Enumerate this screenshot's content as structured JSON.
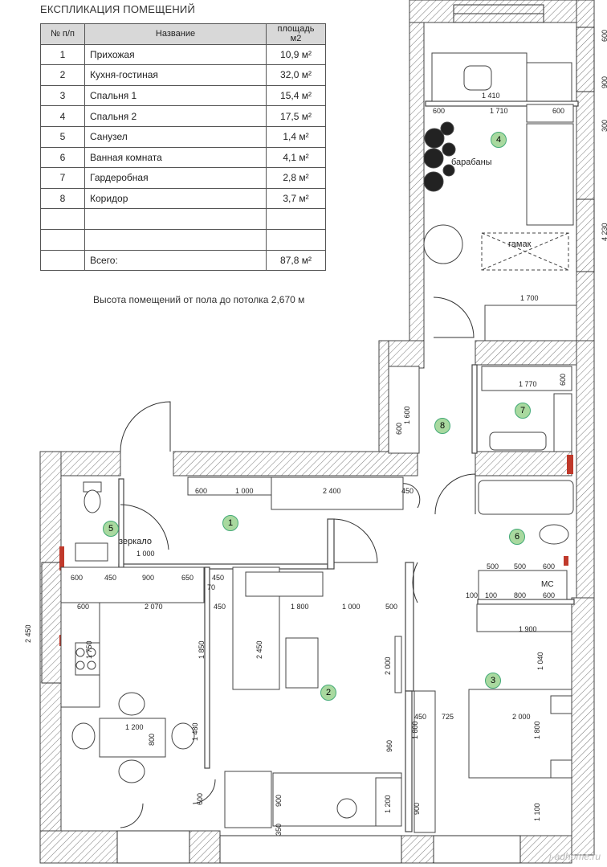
{
  "explication": {
    "title": "ЕКСПЛИКАЦИЯ ПОМЕЩЕНИЙ",
    "headers": {
      "no": "№ п/п",
      "name": "Название",
      "area": "площадь м2"
    },
    "rows": [
      {
        "no": "1",
        "name": "Прихожая",
        "area": "10,9 м²"
      },
      {
        "no": "2",
        "name": "Кухня-гостиная",
        "area": "32,0 м²"
      },
      {
        "no": "3",
        "name": "Спальня 1",
        "area": "15,4 м²"
      },
      {
        "no": "4",
        "name": "Спальня 2",
        "area": "17,5 м²"
      },
      {
        "no": "5",
        "name": "Санузел",
        "area": "1,4 м²"
      },
      {
        "no": "6",
        "name": "Ванная комната",
        "area": "4,1 м²"
      },
      {
        "no": "7",
        "name": "Гардеробная",
        "area": "2,8 м²"
      },
      {
        "no": "8",
        "name": "Коридор",
        "area": "3,7 м²"
      },
      {
        "no": "",
        "name": "",
        "area": ""
      },
      {
        "no": "",
        "name": "",
        "area": ""
      }
    ],
    "total": {
      "label": "Всего:",
      "area": "87,8 м²"
    },
    "note": "Высота помещений от пола до потолка 2,670 м"
  },
  "plan": {
    "room_markers": [
      "1",
      "2",
      "3",
      "4",
      "5",
      "6",
      "7",
      "8"
    ],
    "labels": {
      "drums": "барабаны",
      "hammock": "гамак",
      "mirror": "зеркало",
      "mc": "МС"
    },
    "dims": {
      "d600a": "600",
      "d1710": "1 710",
      "d600b": "600",
      "d1410": "1 410",
      "d1700": "1 700",
      "d1770": "1 770",
      "d1000a": "1 000",
      "d600c": "600",
      "d1000b": "1 000",
      "d2400": "2 400",
      "d450a": "450",
      "d600d": "600",
      "d450b": "450",
      "d900": "900",
      "d650": "650",
      "d450c": "450",
      "d70": "70",
      "d2070": "2 070",
      "d450d": "450",
      "d1800": "1 800",
      "d1000c": "1 000",
      "d500a": "500",
      "d500b": "500",
      "d500c": "500",
      "d600e": "600",
      "d100": "100",
      "d800": "800",
      "d600f": "600",
      "d100b": "100",
      "d1900": "1 900",
      "d725": "725",
      "d2000h": "2 000",
      "d450e": "450",
      "d1200": "1 200",
      "d600g": "600"
    },
    "vdims": {
      "v1600": "1 600",
      "v600": "600",
      "v2450a": "2 450",
      "v1750": "1 750",
      "v1850": "1 850",
      "v2450b": "2 450",
      "v2000": "2 000",
      "v1480": "1 480",
      "v800": "800",
      "v900a": "900",
      "v350": "350",
      "v600b": "600",
      "v1040": "1 040",
      "v1800a": "1 800",
      "v1800b": "1 800",
      "v1100": "1 100",
      "v900b": "900",
      "v1200": "1 200",
      "v960": "960",
      "v4230": "4 230",
      "v900r": "900",
      "v600r": "600",
      "v300": "300",
      "v600w": "600"
    },
    "watermark": "j-adhome.ru"
  }
}
